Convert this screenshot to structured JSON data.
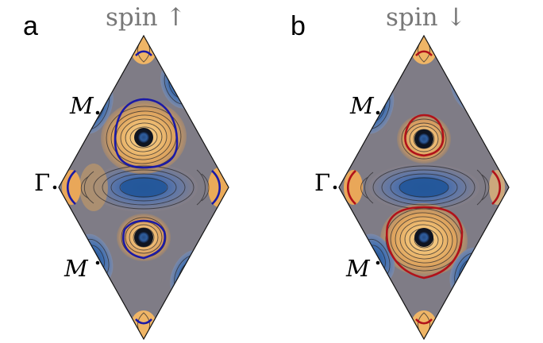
{
  "panels": [
    {
      "letter": "a",
      "title": "spin ↑",
      "labels": {
        "m_top": "M",
        "gamma": "Γ",
        "m_bottom": "M"
      },
      "contour_color": "#1b1aa6"
    },
    {
      "letter": "b",
      "title": "spin ↓",
      "labels": {
        "m_top": "M",
        "gamma": "Γ",
        "m_bottom": "M"
      },
      "contour_color": "#b1121a"
    }
  ],
  "colors": {
    "low": "#3f68a8",
    "mid": "#817d87",
    "high": "#e8a95a",
    "peak": "#f2c97d",
    "core": "#274c86"
  }
}
